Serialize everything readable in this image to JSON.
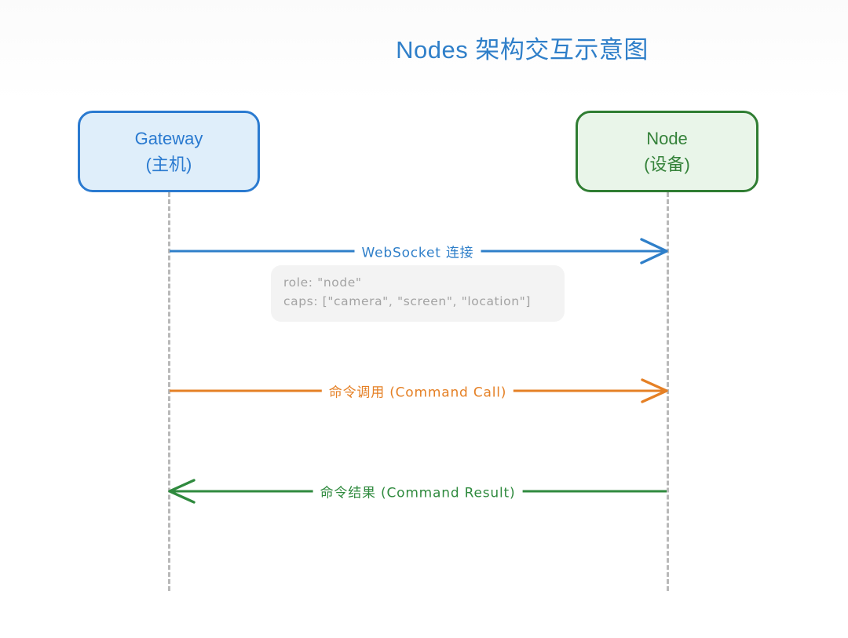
{
  "page": {
    "title": "Nodes 架构交互示意图",
    "background_color": "#ffffff"
  },
  "colors": {
    "title": "#2f7fc9",
    "gateway_stroke": "#2a7ad0",
    "gateway_fill": "#dfeefa",
    "node_stroke": "#2f7d32",
    "node_fill": "#e9f5e9",
    "lifeline": "#b9b9b9",
    "message_websocket": "#2f7fc9",
    "message_command_call": "#e58025",
    "message_command_result": "#2f8a3e",
    "note_fill": "#f3f3f3",
    "note_text": "#a3a3a3"
  },
  "participants": [
    {
      "id": "gateway",
      "name": "Gateway",
      "subtitle": "(主机)"
    },
    {
      "id": "node",
      "name": "Node",
      "subtitle": "(设备)"
    }
  ],
  "messages": [
    {
      "id": "websocket-connect",
      "label": "WebSocket 连接",
      "from": "gateway",
      "to": "node",
      "direction": "right",
      "color": "#2f7fc9"
    },
    {
      "id": "command-call",
      "label": "命令调用 (Command Call)",
      "from": "gateway",
      "to": "node",
      "direction": "right",
      "color": "#e58025"
    },
    {
      "id": "command-result",
      "label": "命令结果 (Command Result)",
      "from": "node",
      "to": "gateway",
      "direction": "left",
      "color": "#2f8a3e"
    }
  ],
  "note": {
    "id": "handshake-note",
    "lines": [
      "role: \"node\"",
      "caps: [\"camera\", \"screen\", \"location\"]"
    ]
  }
}
